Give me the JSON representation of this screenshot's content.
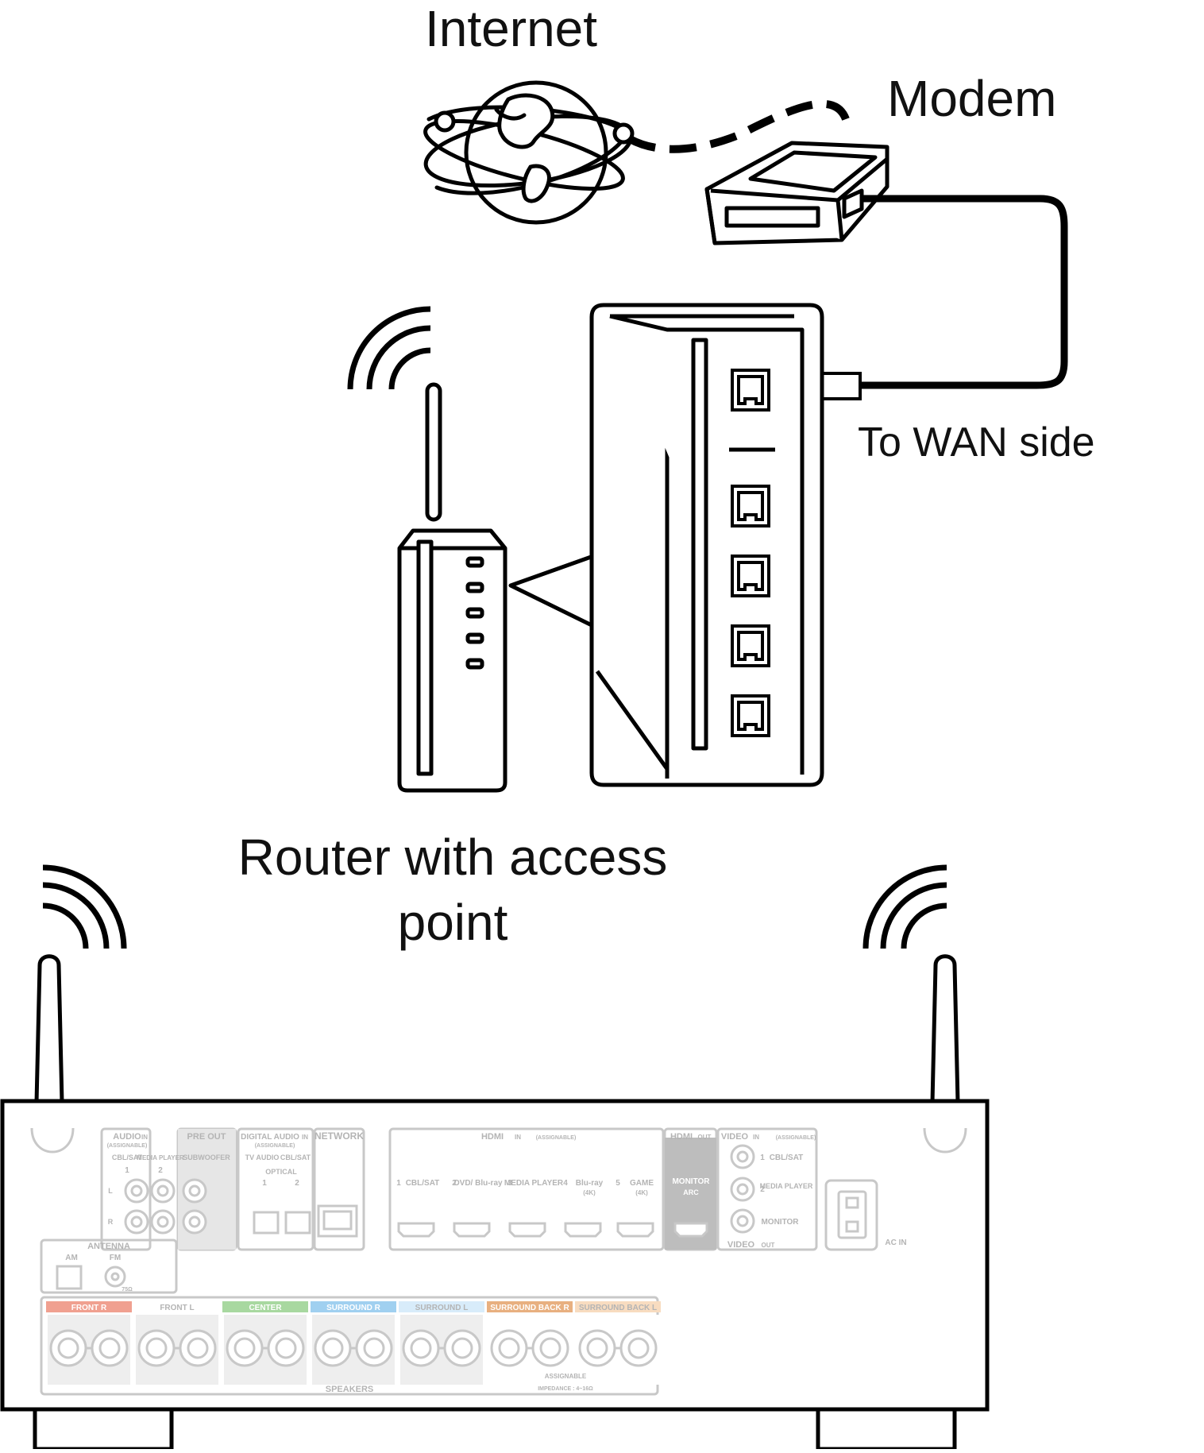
{
  "labels": {
    "internet": "Internet",
    "modem": "Modem",
    "wan": "To WAN side",
    "router_line1": "Router with access",
    "router_line2": "point"
  },
  "receiver": {
    "audio_in": "AUDIO",
    "audio_in_tag": "IN",
    "assignable": "(ASSIGNABLE)",
    "audio_cbl": "CBL/SAT",
    "audio_media": "MEDIA PLAYER",
    "audio_n1": "1",
    "audio_n2": "2",
    "audio_l": "L",
    "audio_r": "R",
    "pre_out": "PRE OUT",
    "subwoofer": "SUBWOOFER",
    "digital_audio": "DIGITAL AUDIO",
    "digital_tag": "IN",
    "tv_audio": "TV AUDIO",
    "dig_cbl": "CBL/SAT",
    "optical": "OPTICAL",
    "opt_n1": "1",
    "opt_n2": "2",
    "network": "NETWORK",
    "hdmi_in": "HDMI",
    "hdmi_in_tag": "IN",
    "hdmi_inputs": [
      {
        "num": "1",
        "name": "CBL/SAT",
        "sub": ""
      },
      {
        "num": "2",
        "name": "DVD/ Blu-ray",
        "sub": ""
      },
      {
        "num": "3",
        "name": "MEDIA PLAYER",
        "sub": ""
      },
      {
        "num": "4",
        "name": "Blu-ray",
        "sub": "(4K)"
      },
      {
        "num": "5",
        "name": "GAME",
        "sub": "(4K)"
      }
    ],
    "hdmi_out": "HDMI",
    "hdmi_out_tag": "OUT",
    "monitor": "MONITOR",
    "arc": "ARC",
    "video_in": "VIDEO",
    "video_in_tag": "IN",
    "video_n1": "1",
    "video_cbl": "CBL/SAT",
    "video_n2": "2",
    "video_media": "MEDIA PLAYER",
    "video_monitor": "MONITOR",
    "video_out": "VIDEO",
    "video_out_tag": "OUT",
    "ac_in": "AC IN",
    "antenna": "ANTENNA",
    "am": "AM",
    "fm": "FM",
    "fm_ohm": "75Ω",
    "speakers": [
      {
        "name": "FRONT",
        "tag": "R",
        "color": "#f0a090"
      },
      {
        "name": "FRONT",
        "tag": "L",
        "color": "#ffffff"
      },
      {
        "name": "CENTER",
        "tag": "",
        "color": "#a8d8a0"
      },
      {
        "name": "SURROUND",
        "tag": "R",
        "color": "#a0d0f0"
      },
      {
        "name": "SURROUND",
        "tag": "L",
        "color": "#d8ecfa"
      },
      {
        "name": "SURROUND BACK",
        "tag": "R",
        "color": "#e8b080"
      },
      {
        "name": "SURROUND BACK",
        "tag": "L",
        "color": "#f8dcc0"
      }
    ],
    "speakers_label": "SPEAKERS",
    "assignable_label": "ASSIGNABLE",
    "impedance": "IMPEDANCE : 4~16Ω"
  },
  "colors": {
    "line": "#000000",
    "faded": "#c8c8c8",
    "faded_text": "#b4b4b4"
  }
}
